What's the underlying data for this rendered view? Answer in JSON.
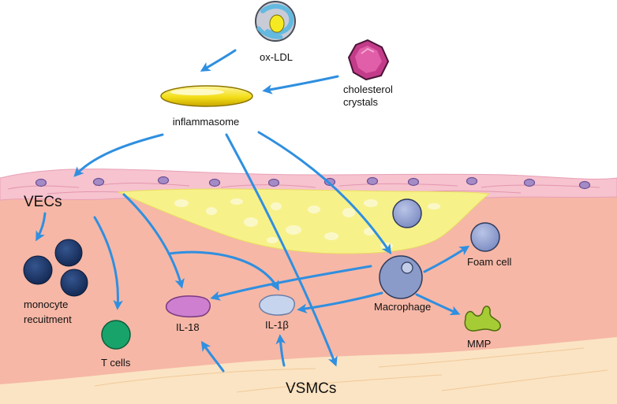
{
  "labels": {
    "ox_ldl": "ox-LDL",
    "cholesterol_line1": "cholesterol",
    "cholesterol_line2": "crystals",
    "inflammasome": "inflammasome",
    "vecs": "VECs",
    "monocyte_line1": "monocyte",
    "monocyte_line2": "recuitment",
    "t_cells": "T cells",
    "il18": "IL-18",
    "il1b": "IL-1β",
    "macrophage": "Macrophage",
    "foam_cell": "Foam cell",
    "mmp": "MMP",
    "vsmcs": "VSMCs"
  },
  "colors": {
    "arrow": "#2f8fe0",
    "tissue": "#f6b7a6",
    "endothelium": "#f6c3cf",
    "plaque": "#f7f18a",
    "media": "#fbe4c3",
    "monocyte": "#1e3a6e",
    "t_cell": "#18a36b",
    "il18": "#cf7fcf",
    "il1b": "#c6d4ee",
    "macrophage": "#8a9bc9",
    "mmp": "#a6cc35",
    "crystal": "#c23c8a"
  }
}
